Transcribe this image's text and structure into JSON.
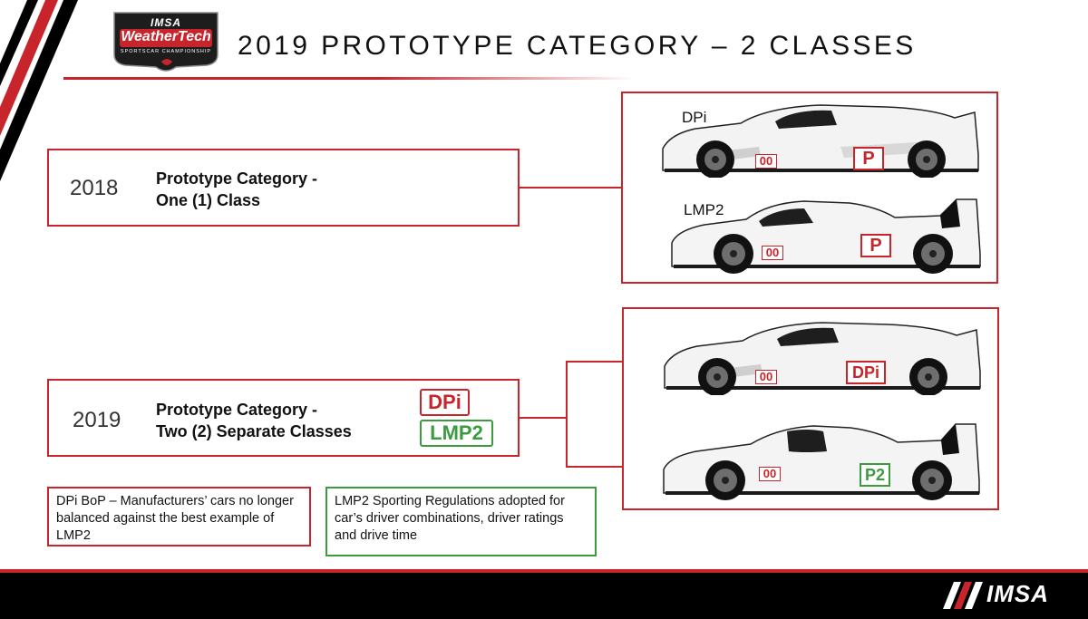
{
  "header": {
    "logo": {
      "imsa": "IMSA",
      "weathertech": "WeatherTech",
      "subtitle": "SPORTSCAR CHAMPIONSHIP"
    },
    "title": "2019 PROTOTYPE CATEGORY – 2 CLASSES"
  },
  "season_2018": {
    "year": "2018",
    "line1": "Prototype Category -",
    "line2": "One (1) Class",
    "cars": [
      {
        "label": "DPi",
        "number": "00",
        "class_plate": "P"
      },
      {
        "label": "LMP2",
        "number": "00",
        "class_plate": "P"
      }
    ]
  },
  "season_2019": {
    "year": "2019",
    "line1": "Prototype Category -",
    "line2": "Two (2) Separate Classes",
    "badge_dpi": "DPi",
    "badge_lmp2": "LMP2",
    "cars": [
      {
        "number": "00",
        "class_plate": "DPi"
      },
      {
        "number": "00",
        "class_plate": "P2"
      }
    ]
  },
  "notes": {
    "dpi_bop": "DPi BoP – Manufacturers’ cars no longer balanced against the best example of LMP2",
    "lmp2_regs": "LMP2 Sporting Regulations adopted for car’s driver combinations, driver ratings and drive time"
  },
  "footer": {
    "brand": "IMSA"
  },
  "colors": {
    "accent_red": "#c8242b",
    "accent_green": "#3b9c3f",
    "footer_bg": "#000000"
  }
}
